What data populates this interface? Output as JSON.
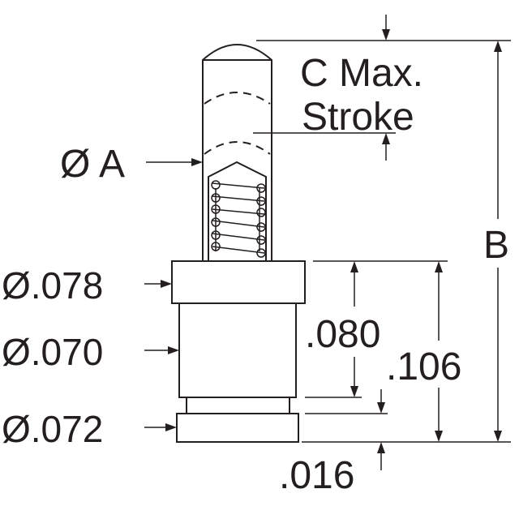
{
  "diagram": {
    "labels": {
      "dia_a": "Ø A",
      "c_max": "C  Max.",
      "stroke": "Stroke",
      "b": "B",
      "d078": "Ø.078",
      "d070": "Ø.070",
      "d072": "Ø.072",
      "h080": ".080",
      "h106": ".106",
      "h016": ".016"
    },
    "colors": {
      "line": "#231f20",
      "background": "#ffffff"
    }
  }
}
